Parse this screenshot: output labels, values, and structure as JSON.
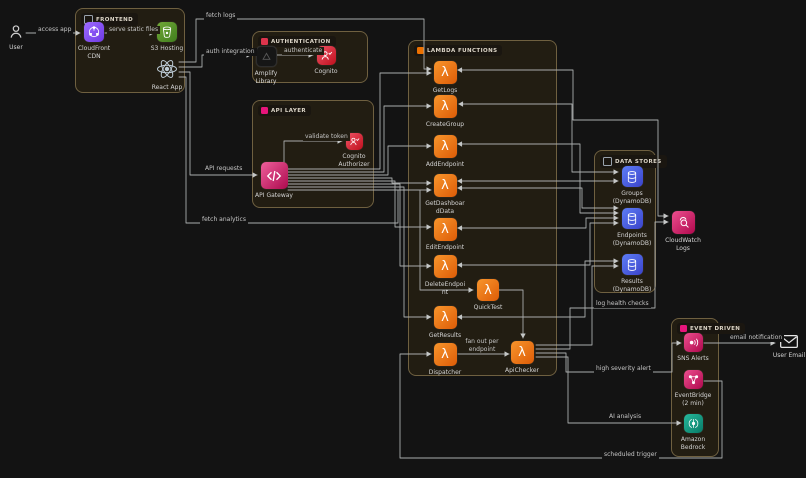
{
  "colors": {
    "canvas_bg": "#131313",
    "group_fill": "#221d12",
    "group_border": "#6f6040",
    "wire": "#a9acac",
    "lambda_orange": "#ED7100",
    "dynamodb_blue": "#4D72F3",
    "cloudfront_purple": "#8C4FFF",
    "s3_green": "#3F8624",
    "cognito_red": "#DD344C",
    "pink_service": "#E7157B",
    "bedrock_teal": "#01A88D"
  },
  "icons": {
    "lambda": "λ"
  },
  "groups": {
    "frontend": {
      "label": "FRONTEND"
    },
    "authentication": {
      "label": "AUTHENTICATION"
    },
    "api_layer": {
      "label": "API LAYER"
    },
    "lambda_functions": {
      "label": "LAMBDA FUNCTIONS"
    },
    "data_stores": {
      "label": "DATA STORES"
    },
    "event_driven": {
      "label": "EVENT DRIVEN"
    }
  },
  "nodes": {
    "user": {
      "label": "User",
      "icon": "user-icon"
    },
    "cloudfront": {
      "label": "CloudFront\nCDN",
      "icon": "cloudfront-icon"
    },
    "s3": {
      "label": "S3 Hosting",
      "icon": "s3-bucket-icon"
    },
    "react_app": {
      "label": "React App",
      "icon": "react-icon"
    },
    "amplify": {
      "label": "Amplify\nLibrary",
      "icon": "amplify-icon"
    },
    "cognito": {
      "label": "Cognito",
      "icon": "cognito-icon"
    },
    "api_gateway": {
      "label": "API Gateway",
      "icon": "api-gateway-icon"
    },
    "cognito_authorizer": {
      "label": "Cognito\nAuthorizer",
      "icon": "cognito-icon"
    },
    "get_logs": {
      "label": "GetLogs",
      "icon": "lambda-icon"
    },
    "create_group": {
      "label": "CreateGroup",
      "icon": "lambda-icon"
    },
    "add_endpoint": {
      "label": "AddEndpoint",
      "icon": "lambda-icon"
    },
    "get_dashboard_data": {
      "label": "GetDashboar\ndData",
      "icon": "lambda-icon"
    },
    "edit_endpoint": {
      "label": "EditEndpoint",
      "icon": "lambda-icon"
    },
    "delete_endpoint": {
      "label": "DeleteEndpoi\nnt",
      "icon": "lambda-icon"
    },
    "quick_test": {
      "label": "QuickTest",
      "icon": "lambda-icon"
    },
    "get_results": {
      "label": "GetResults",
      "icon": "lambda-icon"
    },
    "dispatcher": {
      "label": "Dispatcher",
      "icon": "lambda-icon"
    },
    "api_checker": {
      "label": "ApiChecker",
      "icon": "lambda-icon"
    },
    "groups_table": {
      "label": "Groups\n(DynamoDB)",
      "icon": "dynamodb-icon"
    },
    "endpoints_table": {
      "label": "Endpoints\n(DynamoDB)",
      "icon": "dynamodb-icon"
    },
    "results_table": {
      "label": "Results\n(DynamoDB)",
      "icon": "dynamodb-icon"
    },
    "cloudwatch_logs": {
      "label": "CloudWatch\nLogs",
      "icon": "cloudwatch-icon"
    },
    "sns_alerts": {
      "label": "SNS Alerts",
      "icon": "sns-icon"
    },
    "eventbridge": {
      "label": "EventBridge\n(2 min)",
      "icon": "eventbridge-icon"
    },
    "bedrock": {
      "label": "Amazon\nBedrock",
      "icon": "bedrock-icon"
    },
    "user_email": {
      "label": "User Email",
      "icon": "email-icon"
    }
  },
  "edge_labels": {
    "access_app": "access app",
    "serve_static_files": "serve static files",
    "fetch_logs": "fetch logs",
    "auth_integration": "auth integration",
    "authenticate": "authenticate",
    "api_requests": "API requests",
    "fetch_analytics": "fetch analytics",
    "validate_token": "validate token",
    "fan_out_per_endpoint": "fan out per\nendpoint",
    "log_health_checks": "log health checks",
    "high_severity_alert": "high severity alert",
    "ai_analysis": "AI analysis",
    "scheduled_trigger": "scheduled trigger",
    "email_notification": "email notification"
  }
}
